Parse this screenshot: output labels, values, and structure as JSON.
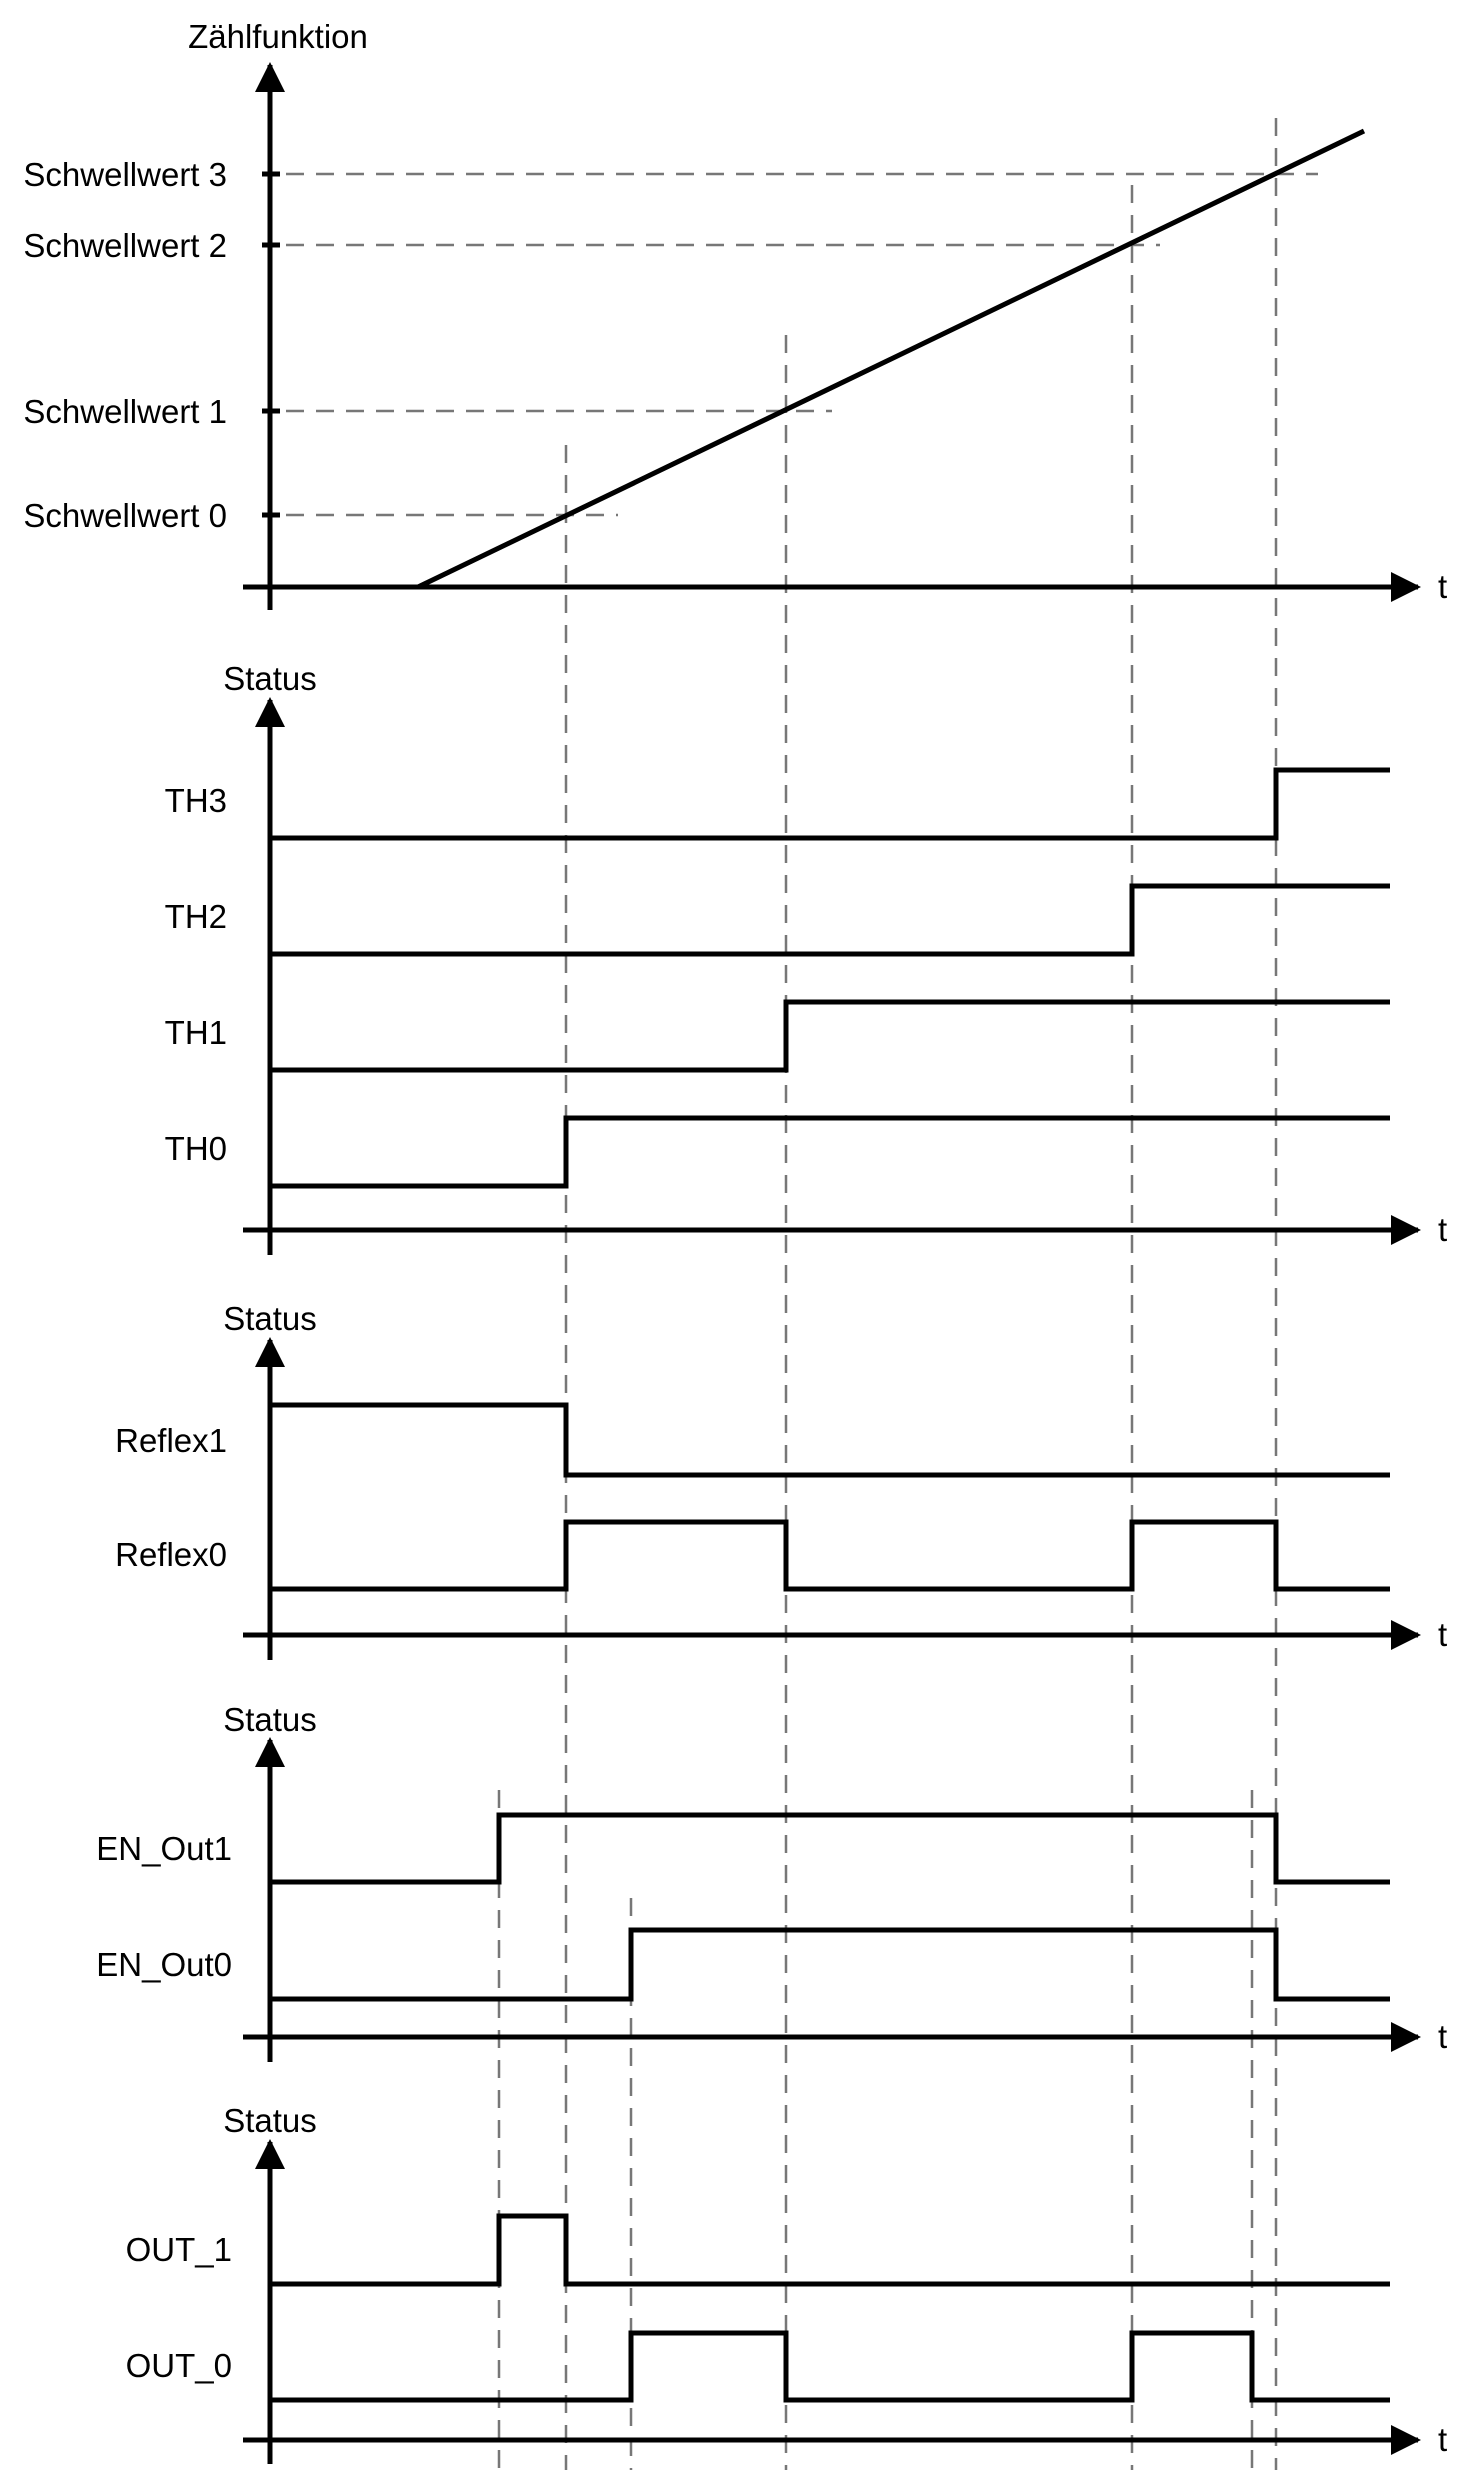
{
  "count_panel": {
    "y_axis_label": "Zählfunktion",
    "thresholds": [
      "Schwellwert 3",
      "Schwellwert 2",
      "Schwellwert 1",
      "Schwellwert 0"
    ],
    "x_axis_label": "t"
  },
  "panels": [
    {
      "id": "th",
      "y_axis_label": "Status",
      "x_axis_label": "t",
      "signals": [
        "TH3",
        "TH2",
        "TH1",
        "TH0"
      ]
    },
    {
      "id": "reflex",
      "y_axis_label": "Status",
      "x_axis_label": "t",
      "signals": [
        "Reflex1",
        "Reflex0"
      ]
    },
    {
      "id": "en",
      "y_axis_label": "Status",
      "x_axis_label": "t",
      "signals": [
        "EN_Out1",
        "EN_Out0"
      ]
    },
    {
      "id": "out",
      "y_axis_label": "Status",
      "x_axis_label": "t",
      "signals": [
        "OUT_1",
        "OUT_0"
      ]
    }
  ]
}
